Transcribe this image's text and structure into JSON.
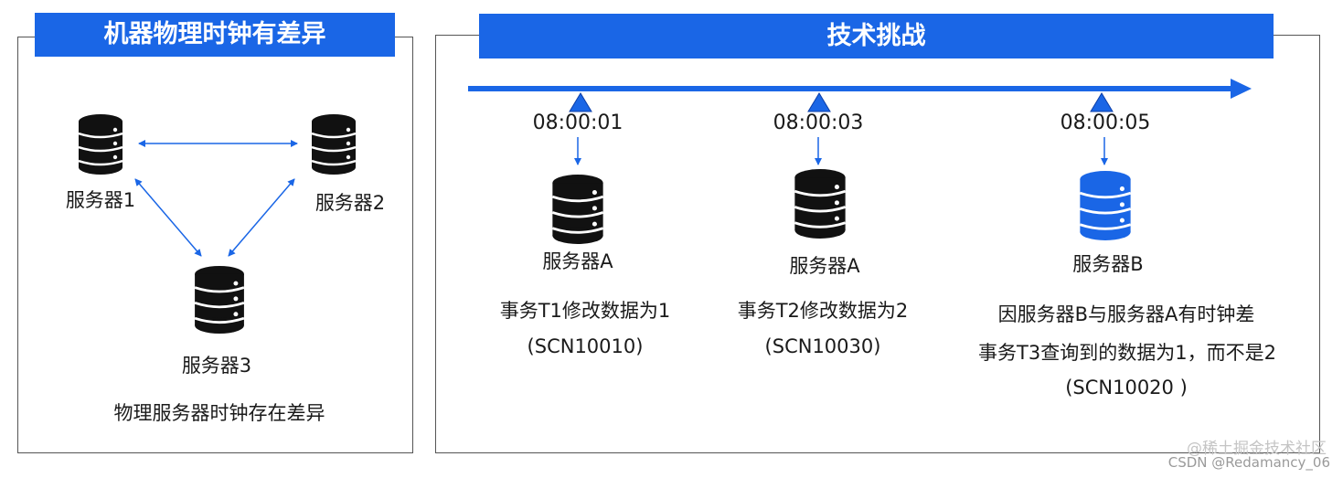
{
  "left_panel": {
    "title": "机器物理时钟有差异",
    "servers": [
      "服务器1",
      "服务器2",
      "服务器3"
    ],
    "caption": "物理服务器时钟存在差异"
  },
  "right_panel": {
    "title": "技术挑战",
    "columns": [
      {
        "time": "08:00:01",
        "server": "服务器A",
        "server_color": "#111111",
        "lines": [
          "事务T1修改数据为1",
          "(SCN10010)"
        ]
      },
      {
        "time": "08:00:03",
        "server": "服务器A",
        "server_color": "#111111",
        "lines": [
          "事务T2修改数据为2",
          "(SCN10030)"
        ]
      },
      {
        "time": "08:00:05",
        "server": "服务器B",
        "server_color": "#1a66e6",
        "lines": [
          "因服务器B与服务器A有时钟差",
          "事务T3查询到的数据为1，而不是2",
          "(SCN10020 )"
        ]
      }
    ]
  },
  "colors": {
    "accent": "#1a66e6",
    "db_dark": "#111111",
    "arrow": "#1a66e6"
  },
  "watermark": {
    "line1": "@稀土掘金技术社区",
    "line2": "CSDN @Redamancy_06"
  }
}
